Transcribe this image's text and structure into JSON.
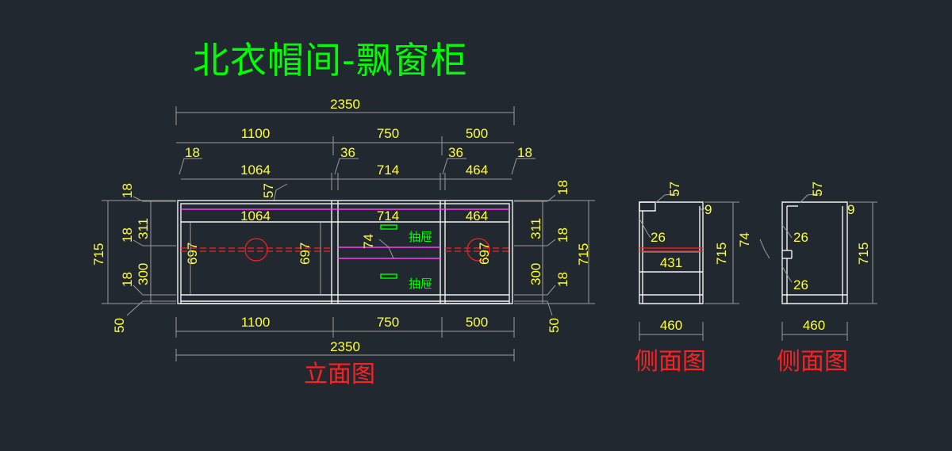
{
  "title": "北衣帽间-飘窗柜",
  "front": {
    "caption": "立面图",
    "top_total": "2350",
    "top_sections": [
      "1100",
      "750",
      "500"
    ],
    "thickness_left": "18",
    "thickness_mid1": "36",
    "thickness_mid2": "36",
    "thickness_right": "18",
    "inner_widths_top": [
      "1064",
      "714",
      "464"
    ],
    "inner_widths_mid": [
      "1064",
      "714",
      "464"
    ],
    "top_gap": "57",
    "heights_left": {
      "total": "715",
      "t1": "18",
      "h1": "311",
      "t2": "18",
      "h2": "300",
      "t3": "18",
      "base": "50"
    },
    "heights_right": {
      "t1": "18",
      "h1": "311",
      "t2": "18",
      "h2": "300",
      "t3": "18",
      "base": "50",
      "total": "715"
    },
    "shelf_width_left": "697",
    "shelf_width_right": "697",
    "drawer_gap": "74",
    "drawer_label_1": "抽屉",
    "drawer_label_2": "抽屉",
    "bottom_sections": [
      "1100",
      "750",
      "500"
    ],
    "bottom_total": "2350"
  },
  "side1": {
    "caption": "侧面图",
    "top": "57",
    "right_top": "9",
    "inner_a": "26",
    "depth_inner": "431",
    "height": "715",
    "width": "460"
  },
  "side2": {
    "caption": "侧面图",
    "top": "57",
    "right_top": "9",
    "gap": "74",
    "inner_a": "26",
    "inner_b": "26",
    "height": "715",
    "width": "460"
  },
  "colors": {
    "background": "#212830",
    "dimension_text": "#ffff3c",
    "title": "#00ff00",
    "caption": "#ff2020",
    "shelf_line": "#ff3cff"
  }
}
